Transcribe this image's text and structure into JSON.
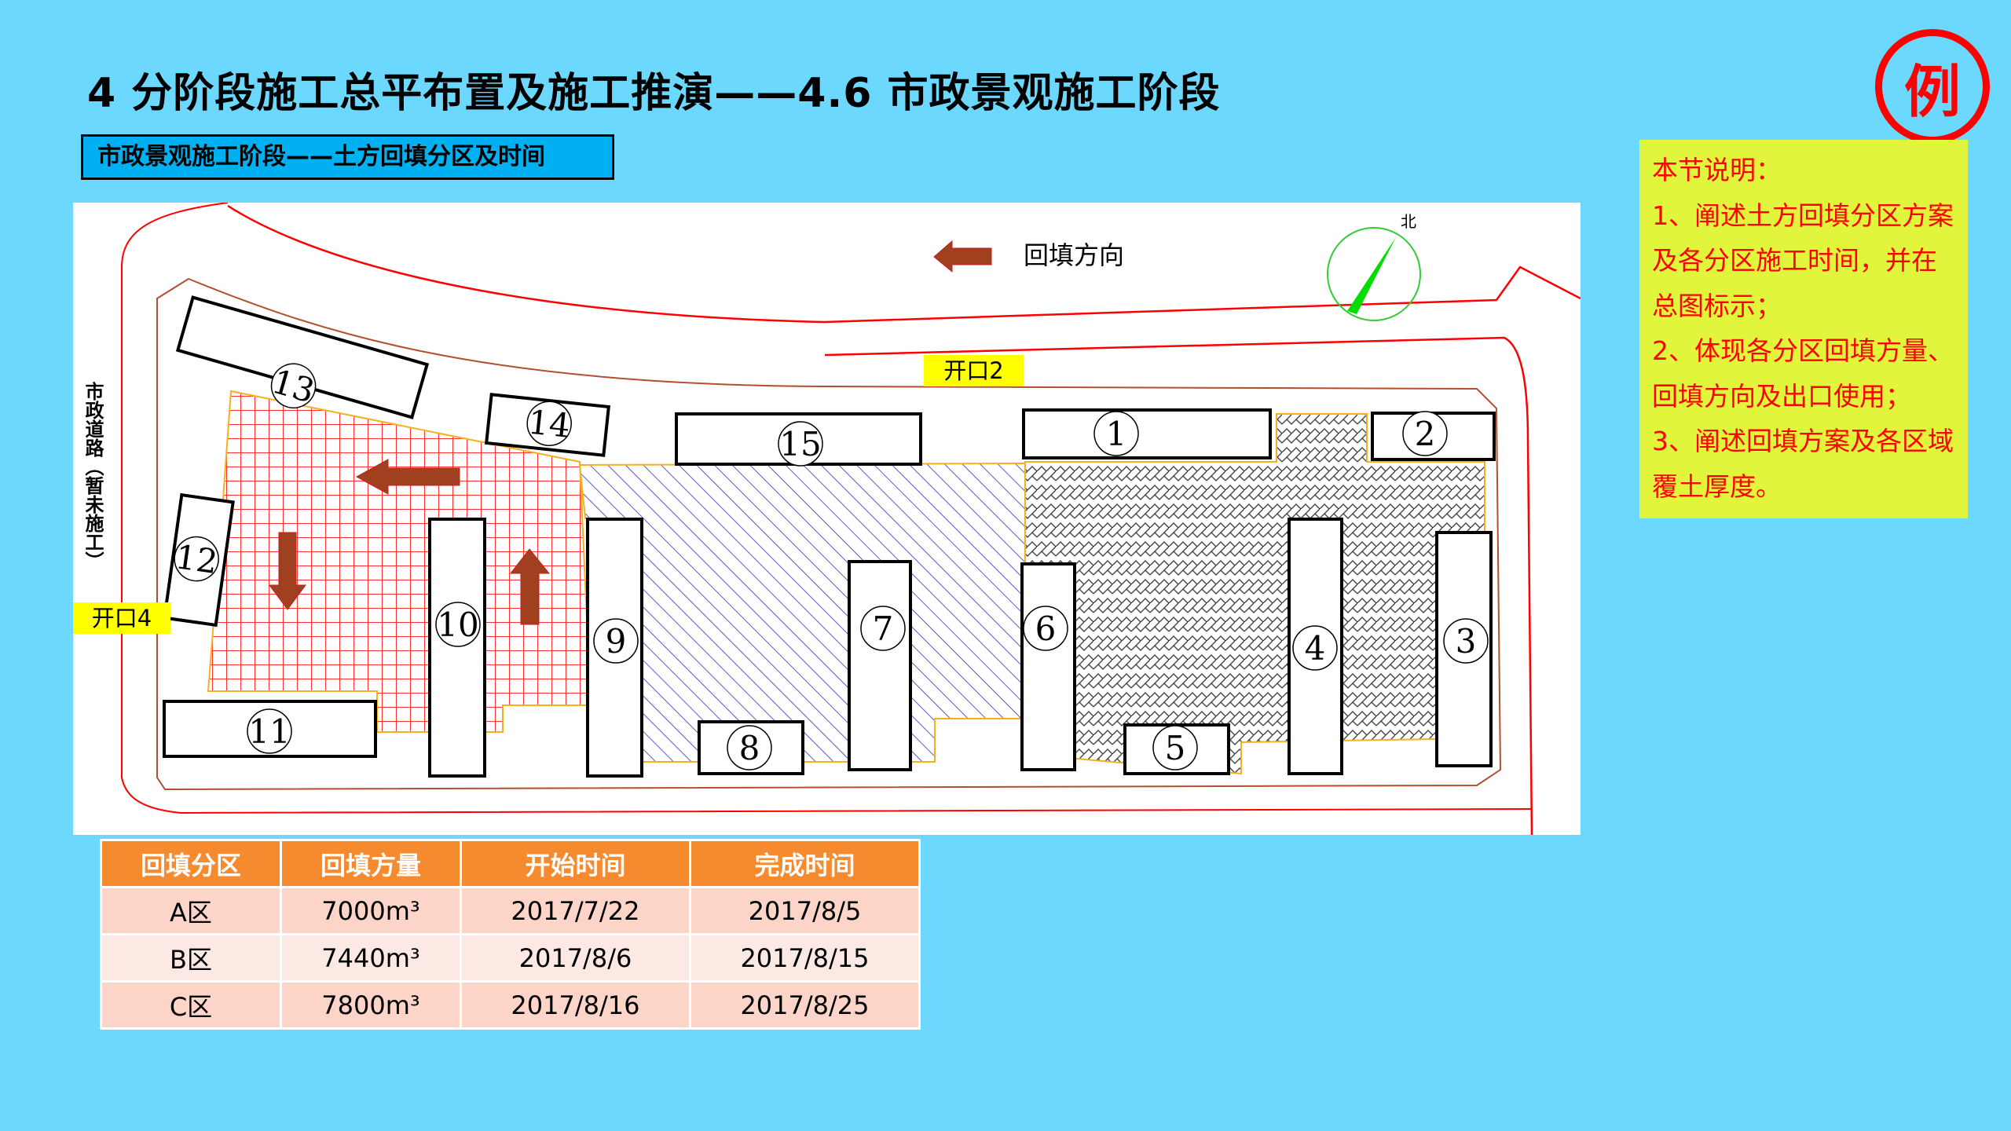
{
  "header": {
    "title": "4 分阶段施工总平布置及施工推演——4.6 市政景观施工阶段",
    "subtitle": "市政景观施工阶段——土方回填分区及时间",
    "stamp": "例"
  },
  "notes": {
    "lines": [
      "本节说明：",
      "1、阐述土方回填分区方案",
      "及各分区施工时间，并在",
      "总图标示；",
      "2、体现各分区回填方量、",
      "回填方向及出口使用；",
      "3、阐述回填方案及各区域",
      "覆土厚度。"
    ]
  },
  "map": {
    "legend_label": "回填方向",
    "north_label": "北",
    "road_label": "市政道路（暂未施工）",
    "gates": {
      "gate2": "开口2",
      "gate4": "开口4"
    },
    "buildings": [
      "1",
      "2",
      "3",
      "4",
      "5",
      "6",
      "7",
      "8",
      "9",
      "10",
      "11",
      "12",
      "13",
      "14",
      "15"
    ],
    "colors": {
      "zone_a": "#ff0000",
      "zone_b": "#3030c0",
      "zone_c": "#505050",
      "arrow": "#a0401f",
      "compass": "#00dd00"
    }
  },
  "table": {
    "headers": [
      "回填分区",
      "回填方量",
      "开始时间",
      "完成时间"
    ],
    "rows": [
      [
        "A区",
        "7000m³",
        "2017/7/22",
        "2017/8/5"
      ],
      [
        "B区",
        "7440m³",
        "2017/8/6",
        "2017/8/15"
      ],
      [
        "C区",
        "7800m³",
        "2017/8/16",
        "2017/8/25"
      ]
    ],
    "colors": {
      "header": "#f58a2e",
      "row_odd": "#fcd5c8",
      "row_even": "#fde9e4"
    }
  }
}
